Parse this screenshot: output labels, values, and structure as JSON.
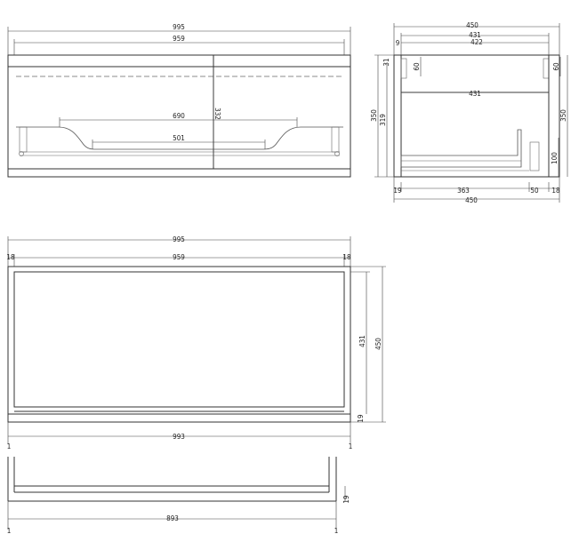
{
  "front_view": {
    "width_overall": "995",
    "width_inner": "959",
    "handle_width": "690",
    "drawer_inner_width": "501",
    "height": "332"
  },
  "side_view": {
    "depth_overall_top": "450",
    "depth_431_top": "431",
    "depth_422": "422",
    "top_thickness": "31",
    "rail_height_left": "60",
    "rail_height_right": "60",
    "inner_depth": "431",
    "height_left": "350",
    "inner_height": "319",
    "height_right": "350",
    "drawer_height": "100",
    "bottom_19": "19",
    "bottom_363": "363",
    "bottom_50": "50",
    "bottom_18": "18",
    "depth_overall_bottom": "450"
  },
  "top_view": {
    "width_overall": "995",
    "left_panel": "18",
    "width_inner": "959",
    "right_panel": "18",
    "depth_inner": "431",
    "depth_overall": "450",
    "front_thickness": "19",
    "bottom_width": "993",
    "left_gap": "1",
    "right_gap": "1"
  },
  "bottom_view": {
    "front_thickness": "19",
    "width": "893",
    "left_gap": "1",
    "right_gap": "1"
  }
}
